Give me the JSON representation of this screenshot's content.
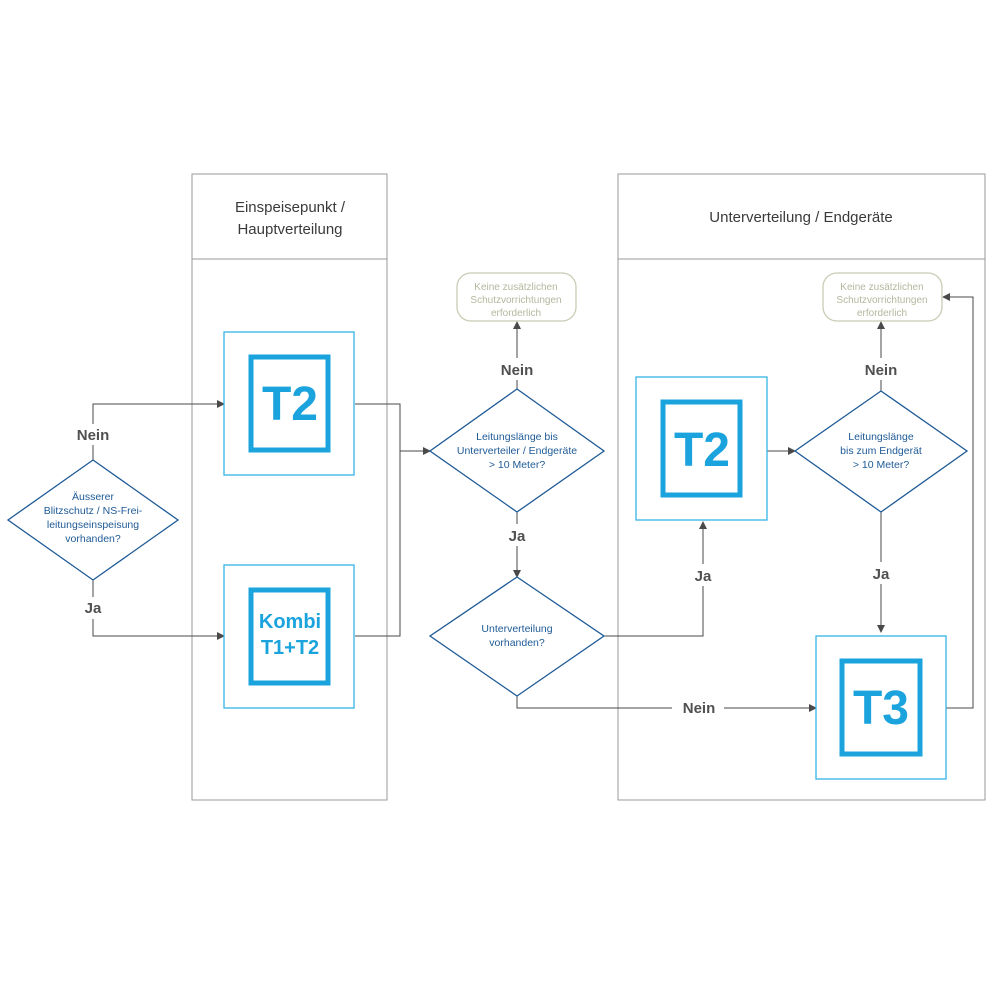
{
  "panels": {
    "left_title_1": "Einspeisepunkt /",
    "left_title_2": "Hauptverteilung",
    "right_title": "Unterverteilung / Endgeräte"
  },
  "decisions": {
    "aeusserer": [
      "Äusserer",
      "Blitzschutz / NS-Frei-",
      "leitungseinspeisung",
      "vorhanden?"
    ],
    "leitung1": [
      "Leitungslänge bis",
      "Unterverteiler / Endgeräte",
      "> 10 Meter?"
    ],
    "unterverteilung": [
      "Unterverteilung",
      "vorhanden?"
    ],
    "leitung2": [
      "Leitungslänge",
      "bis zum Endgerät",
      "> 10 Meter?"
    ]
  },
  "devices": {
    "t2_main": "T2",
    "kombi": [
      "Kombi",
      "T1+T2"
    ],
    "t2_sub": "T2",
    "t3": "T3"
  },
  "terminals": {
    "none_1": [
      "Keine zusätzlichen",
      "Schutzvorrichtungen",
      "erforderlich"
    ],
    "none_2": [
      "Keine zusätzlichen",
      "Schutzvorrichtungen",
      "erforderlich"
    ]
  },
  "edge_labels": {
    "nein_left": "Nein",
    "ja_left": "Ja",
    "nein_mid": "Nein",
    "ja_mid": "Ja",
    "ja_sub": "Ja",
    "nein_bottom": "Nein",
    "nein_right": "Nein",
    "ja_right": "Ja"
  },
  "colors": {
    "device_blue": "#1aa3dd",
    "decision_blue": "#1e5a96",
    "terminal_grey": "#c8ccb4"
  }
}
